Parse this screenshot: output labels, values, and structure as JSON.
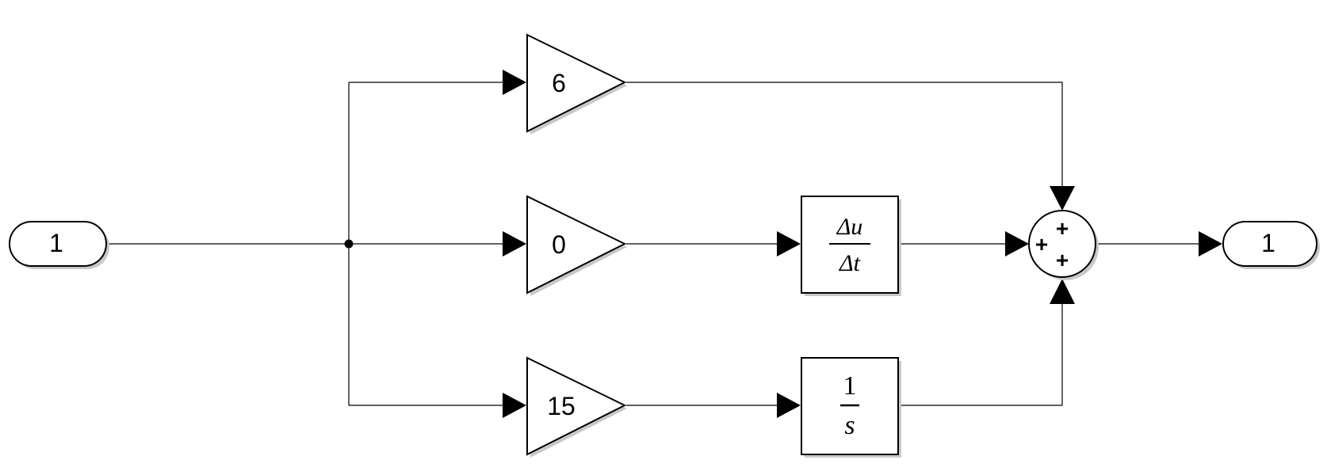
{
  "inport": {
    "label": "1"
  },
  "outport": {
    "label": "1"
  },
  "gains": {
    "proportional": {
      "value": "6"
    },
    "derivative": {
      "value": "0"
    },
    "integral": {
      "value": "15"
    }
  },
  "derivative_block": {
    "numerator": "Δu",
    "denominator": "Δt"
  },
  "integrator_block": {
    "numerator": "1",
    "denominator": "s"
  },
  "sum_block": {
    "signs": [
      "+",
      "+",
      "+"
    ]
  }
}
